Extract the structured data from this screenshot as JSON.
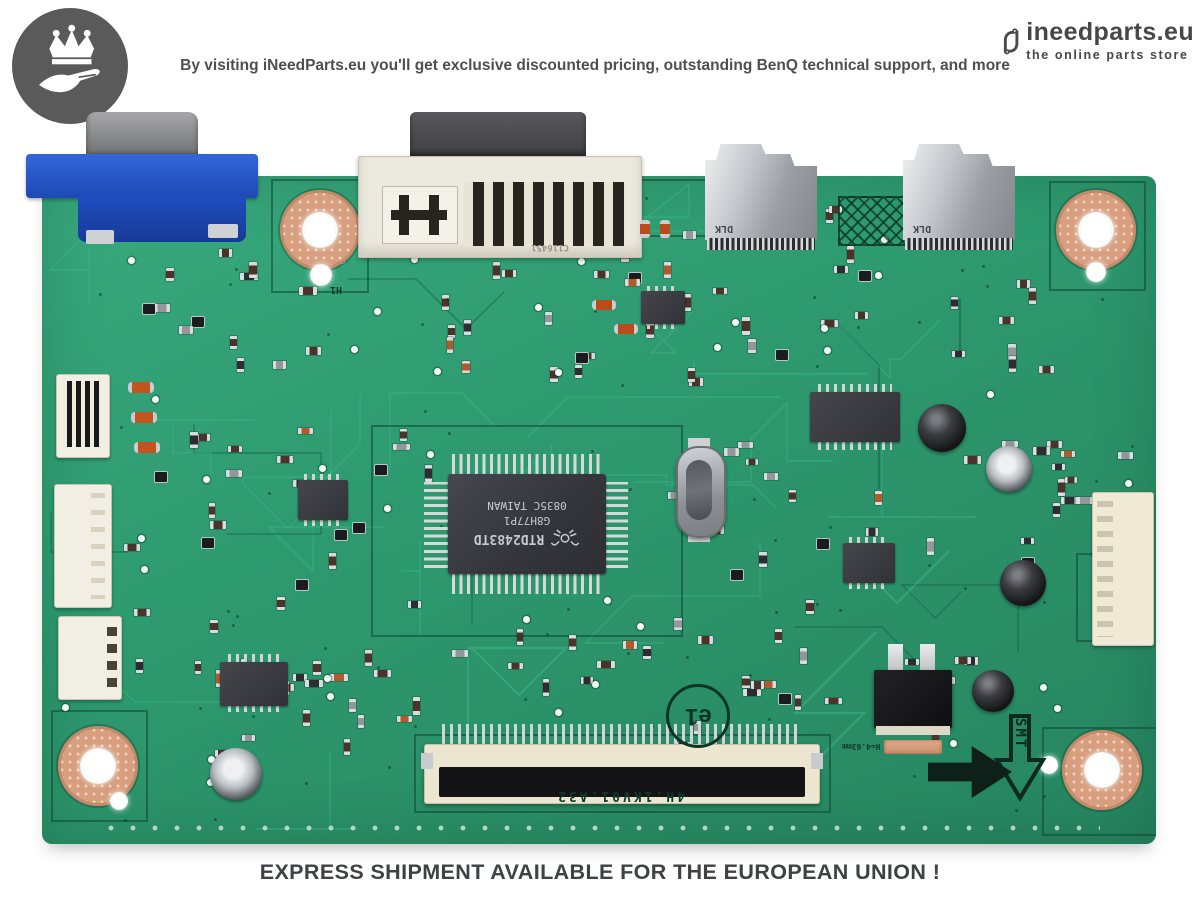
{
  "header": {
    "tagline": "By visiting iNeedParts.eu you'll get exclusive discounted pricing, outstanding BenQ technical support, and more"
  },
  "brand": {
    "name": "ineedparts.eu",
    "tagline": "the online parts store"
  },
  "footer": {
    "message": "EXPRESS SHIPMENT AVAILABLE FOR THE EUROPEAN UNION !"
  },
  "board": {
    "chip": {
      "line1": "RTD2483TD",
      "line2": "G8H77P1",
      "line3": "0835C TAIWAN",
      "brand_logo": "realtek-crab"
    },
    "marks": {
      "lvds": "4H.1KV01.A32",
      "emark": "e1",
      "smt": "SMT",
      "dlk": "DLK",
      "h1": "H1",
      "dvi_serial": "C116451",
      "height_note": "H=4.63mm"
    },
    "colors": {
      "pcb_green": "#2e9a70",
      "copper": "#d79e7f",
      "connector_blue": "#1f4ec0",
      "silkscreen_dark": "#0e3a2b",
      "metal_silver": "#c6c9cd"
    }
  }
}
